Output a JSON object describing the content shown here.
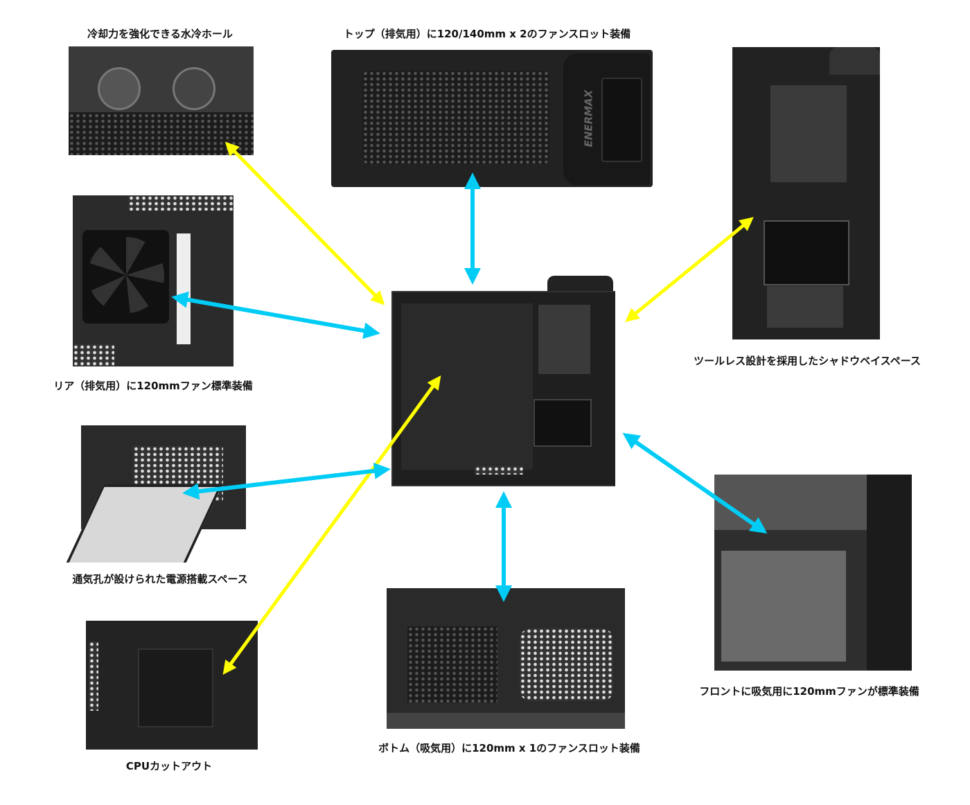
{
  "labels": {
    "water_hole": "冷却力を強化できる水冷ホール",
    "top": "トップ（排気用）に120/140mm x 2のファンスロット装備",
    "rear": "リア（排気用）に120mmファン標準装備",
    "psu": "通気孔が設けられた電源搭載スペース",
    "cpu": "CPUカットアウト",
    "bottom": "ボトム（吸気用）に120mm x 1のファンスロット装備",
    "shadow_bay": "ツールレス設計を採用したシャドウベイスペース",
    "front": "フロントに吸気用に120mmファンが標準装備"
  },
  "brand_logo": "ENERMAX",
  "colors": {
    "yellow_arrow": "#ffff00",
    "cyan_arrow": "#00ccf5"
  }
}
